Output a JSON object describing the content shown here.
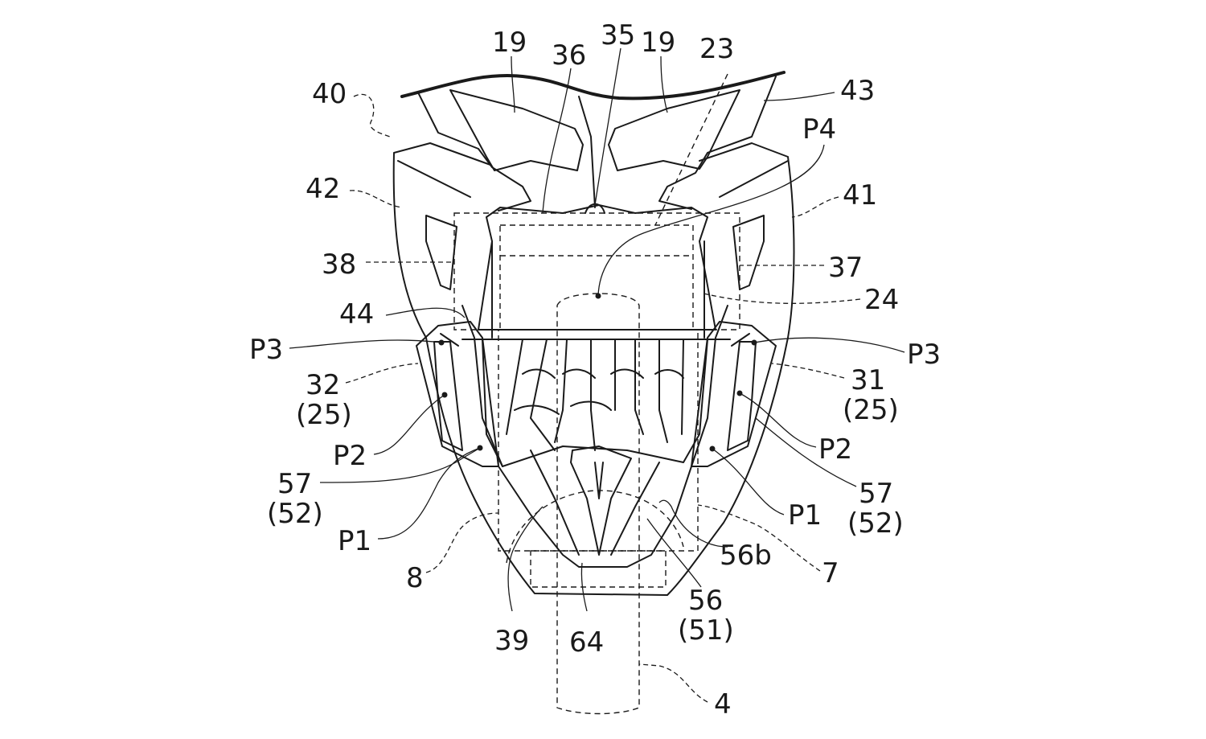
{
  "labels": {
    "l40": "40",
    "l19a": "19",
    "l36": "36",
    "l35": "35",
    "l19b": "19",
    "l23": "23",
    "l43": "43",
    "lP4": "P4",
    "l42": "42",
    "l41": "41",
    "l38": "38",
    "l37": "37",
    "l24": "24",
    "l44": "44",
    "lP3L": "P3",
    "lP3R": "P3",
    "l32": "32",
    "l25L": "(25)",
    "l31": "31",
    "l25R": "(25)",
    "lP2L": "P2",
    "lP2R": "P2",
    "l57L": "57",
    "l52L": "(52)",
    "l57R": "57",
    "l52R": "(52)",
    "lP1L": "P1",
    "lP1R": "P1",
    "l56b": "56b",
    "l8": "8",
    "l7": "7",
    "l56": "56",
    "l51": "(51)",
    "l39": "39",
    "l64": "64",
    "l4": "4"
  }
}
